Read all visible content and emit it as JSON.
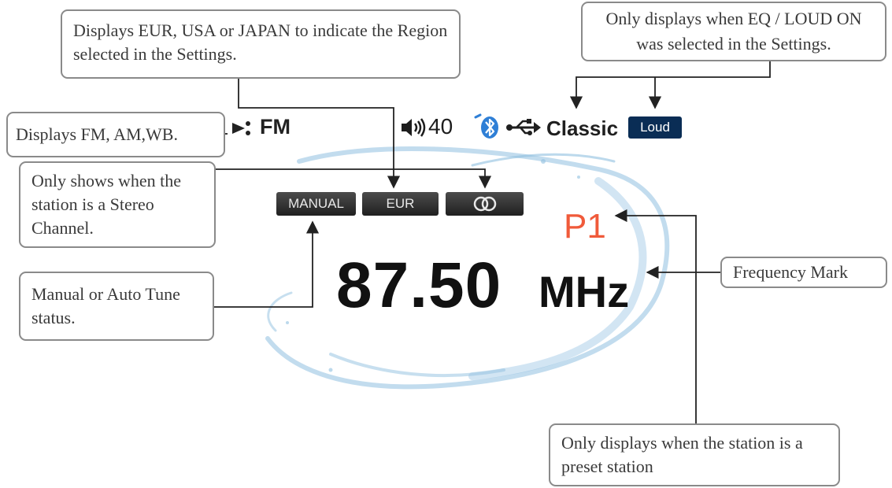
{
  "callouts": {
    "region": "Displays EUR, USA or JAPAN to indicate the Region selected in the Settings.",
    "eq_loud": "Only displays when EQ / LOUD ON was selected in the Settings.",
    "band": "Displays FM, AM,WB.",
    "stereo": "Only shows when the station is a Stereo Channel.",
    "tune": "Manual or Auto Tune status.",
    "frequency": "Frequency Mark",
    "preset": "Only displays when the station is a preset station"
  },
  "display": {
    "band": "FM",
    "volume": "40",
    "eq": "Classic",
    "loud": "Loud",
    "tune_mode": "MANUAL",
    "region": "EUR",
    "preset": "P1",
    "frequency": "87.50",
    "unit": "MHz"
  },
  "icons": {
    "band": "antenna-icon",
    "volume": "speaker-icon",
    "bluetooth": "bluetooth-icon",
    "usb": "usb-icon",
    "stereo": "stereo-icon"
  },
  "colors": {
    "preset": "#f05a3a",
    "loud_badge": "#0a2d55",
    "bluetooth": "#2f7fd6",
    "splash": "#7fb2d8"
  }
}
